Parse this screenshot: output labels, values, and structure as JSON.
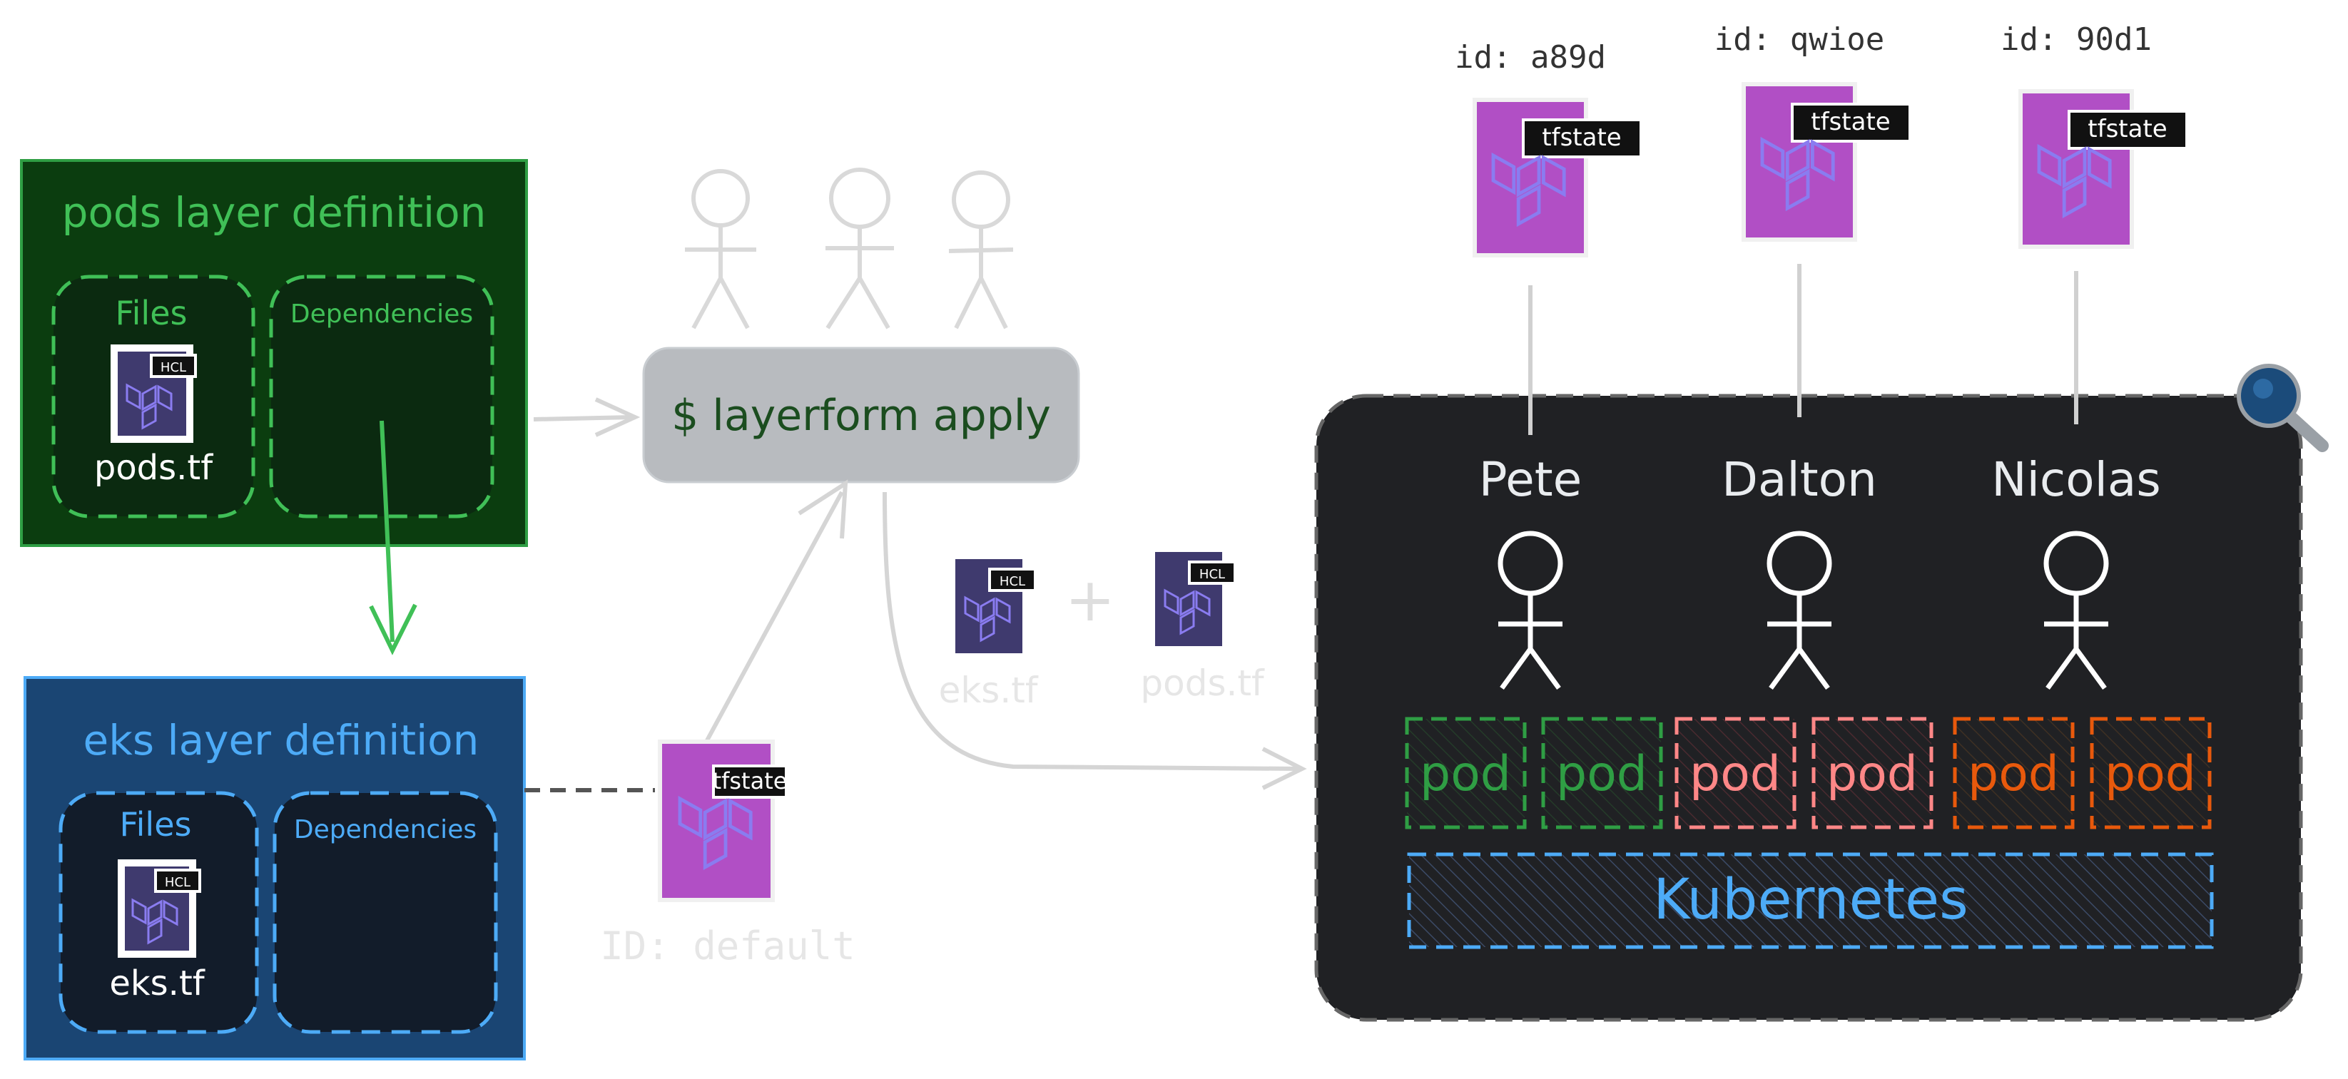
{
  "pods_layer": {
    "title": "pods layer definition",
    "files_label": "Files",
    "dependencies_label": "Dependencies",
    "file_name": "pods.tf",
    "file_badge": "HCL"
  },
  "eks_layer": {
    "title": "eks layer definition",
    "files_label": "Files",
    "dependencies_label": "Dependencies",
    "file_name": "eks.tf",
    "file_badge": "HCL"
  },
  "command": {
    "label": "$ layerform apply"
  },
  "default_state": {
    "badge": "tfstate",
    "id_label": "ID: default"
  },
  "middle_files": {
    "left_name": "eks.tf",
    "right_name": "pods.tf",
    "left_badge": "HCL",
    "right_badge": "HCL",
    "plus": "+"
  },
  "states": [
    {
      "id_label": "id: a89d",
      "badge": "tfstate",
      "user": "Pete"
    },
    {
      "id_label": "id: qwioe",
      "badge": "tfstate",
      "user": "Dalton"
    },
    {
      "id_label": "id: 90d1",
      "badge": "tfstate",
      "user": "Nicolas"
    }
  ],
  "pods": [
    {
      "label": "pod",
      "color": "#2f9e44"
    },
    {
      "label": "pod",
      "color": "#2f9e44"
    },
    {
      "label": "pod",
      "color": "#ff8787"
    },
    {
      "label": "pod",
      "color": "#ff8787"
    },
    {
      "label": "pod",
      "color": "#e8590c"
    },
    {
      "label": "pod",
      "color": "#e8590c"
    }
  ],
  "kubernetes": {
    "label": "Kubernetes"
  },
  "colors": {
    "pods_layer_bg": "#0b3d0f",
    "pods_layer_accent": "#40c057",
    "eks_layer_bg": "#1a4573",
    "eks_layer_accent": "#4dabf7",
    "cluster_bg": "#202124",
    "tfstate_purple": "#b14fc5",
    "hcl_purple": "#3f3a6e",
    "command_bg": "#b8bbbf",
    "command_text": "#1b4d1f",
    "faded_text": "#dcdcdc",
    "stick_figure_faded": "#d9d9d9"
  }
}
